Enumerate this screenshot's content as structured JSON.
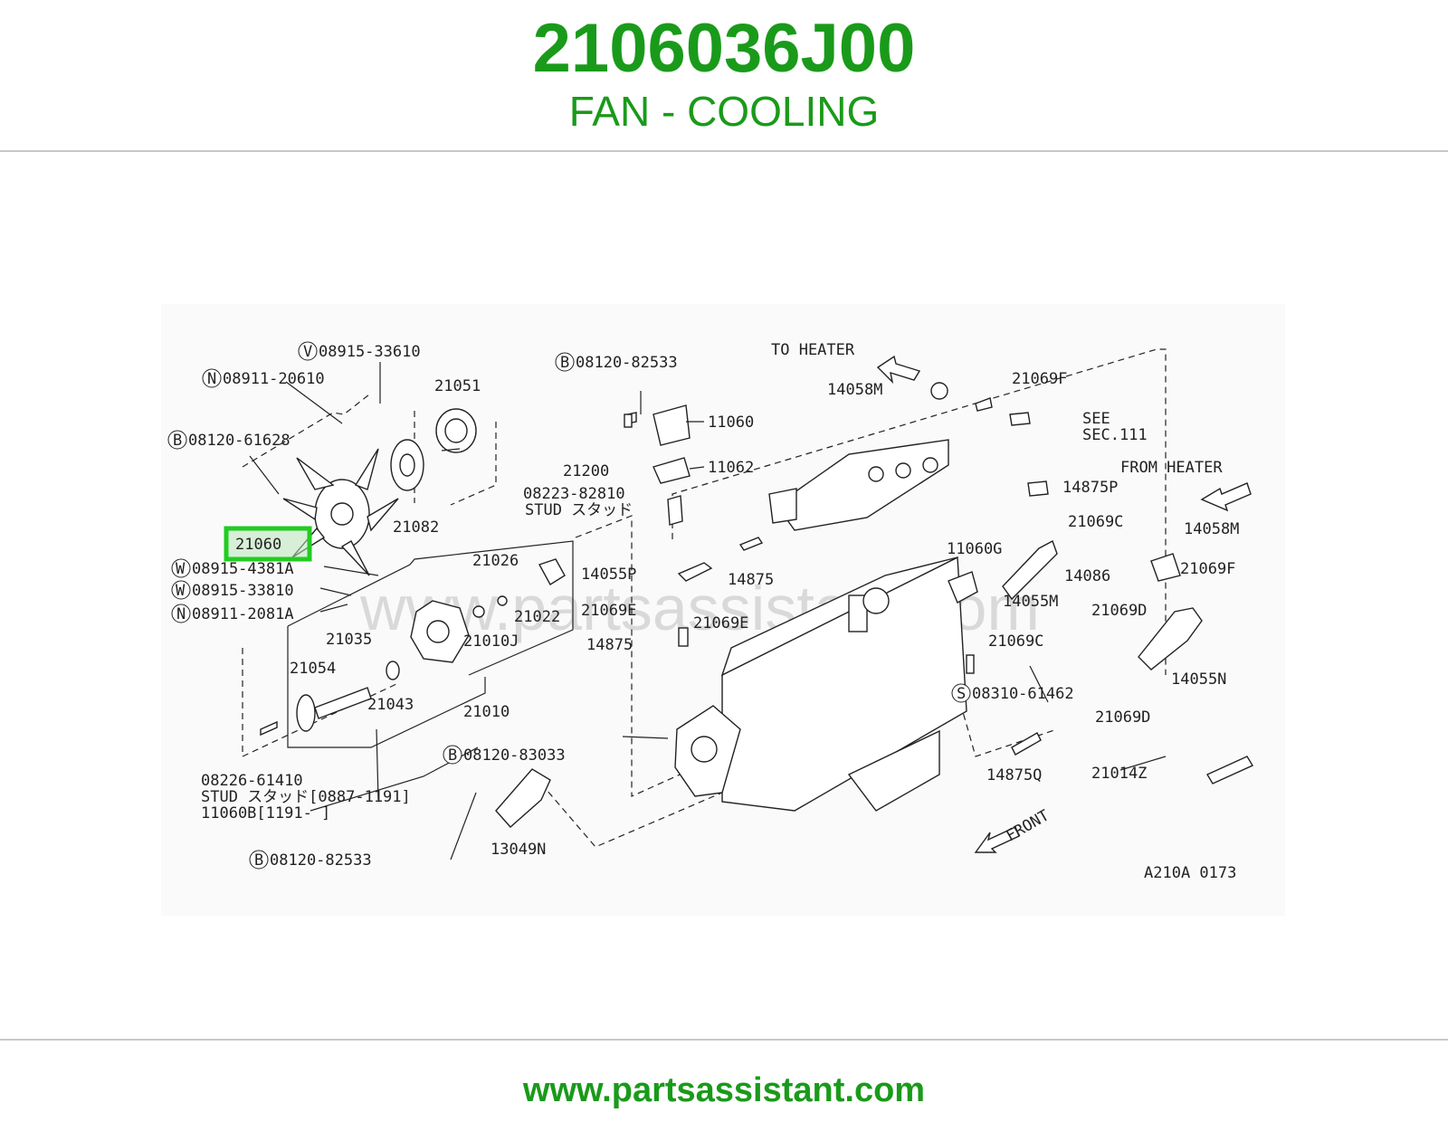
{
  "header": {
    "part_number": "2106036J00",
    "description": "FAN - COOLING"
  },
  "diagram": {
    "watermark": "www.partsassistant.com",
    "highlighted_part": "21060",
    "figure_code": "A210A 0173",
    "callouts": {
      "c_v_08915_33610": "08915-33610",
      "c_n_08911_20610": "08911-20610",
      "c_21051": "21051",
      "c_b_08120_61628": "08120-61628",
      "c_21082": "21082",
      "c_21060": "21060",
      "c_w_08915_4381a": "08915-4381A",
      "c_w_08915_33810": "08915-33810",
      "c_n_08911_2081a": "08911-2081A",
      "c_08223_82810": "08223-82810",
      "c_stud_top": "STUD スタッド",
      "c_21026": "21026",
      "c_21022": "21022",
      "c_21010j": "21010J",
      "c_21035": "21035",
      "c_21054": "21054",
      "c_21043": "21043",
      "c_21010": "21010",
      "c_08226_61410": "08226-61410",
      "c_stud_bottom": "STUD スタッド[0887-1191]",
      "c_11060b": "11060B[1191-      ]",
      "c_b_08120_83033": "08120-83033",
      "c_b_08120_82533_bottom": "08120-82533",
      "c_13049n": "13049N",
      "c_b_08120_82533_top": "08120-82533",
      "c_11060": "11060",
      "c_11062": "11062",
      "c_21200": "21200",
      "c_14055p": "14055P",
      "c_21069e_left": "21069E",
      "c_21069e_right": "21069E",
      "c_14875_left": "14875",
      "c_14875_mid": "14875",
      "c_to_heater": "TO HEATER",
      "c_14058m_top": "14058M",
      "c_21069f_top": "21069F",
      "c_see": "SEE",
      "c_sec111": "SEC.111",
      "c_from_heater": "FROM HEATER",
      "c_14875p": "14875P",
      "c_21069c_top": "21069C",
      "c_11060g": "11060G",
      "c_14055m": "14055M",
      "c_21069c_bottom": "21069C",
      "c_14058m_right": "14058M",
      "c_14086": "14086",
      "c_21069f_right": "21069F",
      "c_21069d_top": "21069D",
      "c_14055n": "14055N",
      "c_s_08310_61462": "08310-61462",
      "c_21069d_bottom": "21069D",
      "c_14875q": "14875Q",
      "c_21014z": "21014Z",
      "c_front": "FRONT"
    },
    "circle_letters": {
      "v": "V",
      "n": "N",
      "b": "B",
      "w": "W",
      "s": "S"
    }
  },
  "footer": {
    "url": "www.partsassistant.com"
  }
}
